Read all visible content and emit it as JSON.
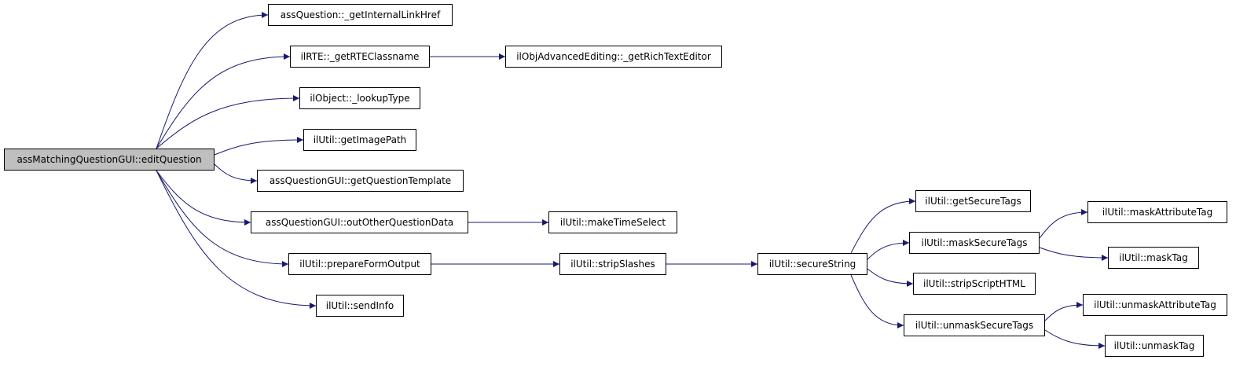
{
  "colors": {
    "edge": "#191970",
    "node_border": "#000000",
    "root_fill": "#bfbfbf",
    "node_fill": "#ffffff"
  },
  "nodes": {
    "root": "assMatchingQuestionGUI::editQuestion",
    "get_internal_link_href": "assQuestion::_getInternalLinkHref",
    "get_rte_classname": "ilRTE::_getRTEClassname",
    "get_rich_text_editor": "ilObjAdvancedEditing::_getRichTextEditor",
    "lookup_type": "ilObject::_lookupType",
    "get_image_path": "ilUtil::getImagePath",
    "get_question_template": "assQuestionGUI::getQuestionTemplate",
    "out_other_question_data": "assQuestionGUI::outOtherQuestionData",
    "make_time_select": "ilUtil::makeTimeSelect",
    "prepare_form_output": "ilUtil::prepareFormOutput",
    "strip_slashes": "ilUtil::stripSlashes",
    "secure_string": "ilUtil::secureString",
    "send_info": "ilUtil::sendInfo",
    "get_secure_tags": "ilUtil::getSecureTags",
    "mask_secure_tags": "ilUtil::maskSecureTags",
    "mask_attribute_tag": "ilUtil::maskAttributeTag",
    "mask_tag": "ilUtil::maskTag",
    "strip_script_html": "ilUtil::stripScriptHTML",
    "unmask_secure_tags": "ilUtil::unmaskSecureTags",
    "unmask_attribute_tag": "ilUtil::unmaskAttributeTag",
    "unmask_tag": "ilUtil::unmaskTag"
  },
  "edges": [
    [
      "root",
      "get_internal_link_href"
    ],
    [
      "root",
      "get_rte_classname"
    ],
    [
      "get_rte_classname",
      "get_rich_text_editor"
    ],
    [
      "root",
      "lookup_type"
    ],
    [
      "root",
      "get_image_path"
    ],
    [
      "root",
      "get_question_template"
    ],
    [
      "root",
      "out_other_question_data"
    ],
    [
      "out_other_question_data",
      "make_time_select"
    ],
    [
      "root",
      "prepare_form_output"
    ],
    [
      "prepare_form_output",
      "strip_slashes"
    ],
    [
      "strip_slashes",
      "secure_string"
    ],
    [
      "root",
      "send_info"
    ],
    [
      "secure_string",
      "get_secure_tags"
    ],
    [
      "secure_string",
      "mask_secure_tags"
    ],
    [
      "mask_secure_tags",
      "mask_attribute_tag"
    ],
    [
      "mask_secure_tags",
      "mask_tag"
    ],
    [
      "secure_string",
      "strip_script_html"
    ],
    [
      "secure_string",
      "unmask_secure_tags"
    ],
    [
      "unmask_secure_tags",
      "unmask_attribute_tag"
    ],
    [
      "unmask_secure_tags",
      "unmask_tag"
    ]
  ]
}
